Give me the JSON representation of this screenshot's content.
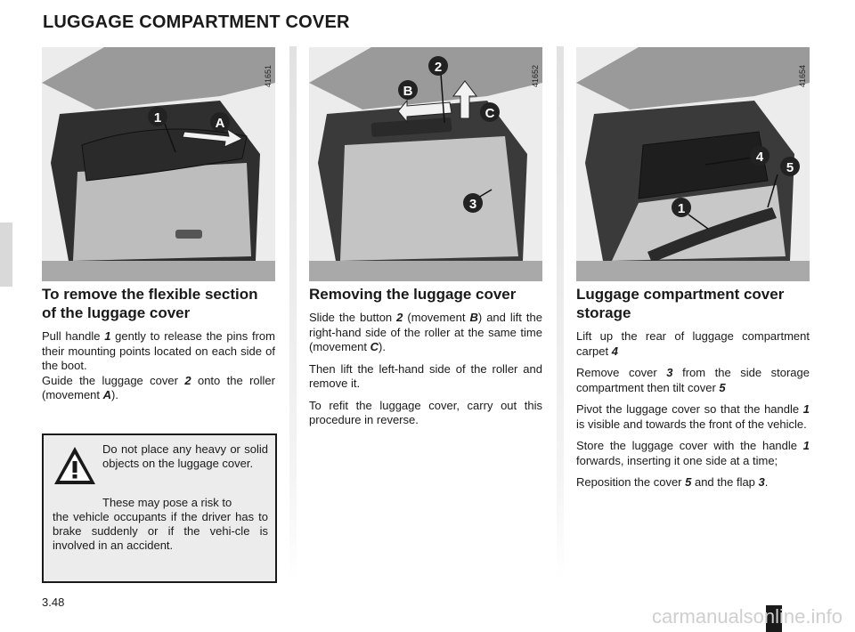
{
  "page": {
    "title": "LUGGAGE COMPARTMENT COVER",
    "page_number": "3.48",
    "watermark": "carmanualsonline.info"
  },
  "illustrations": [
    {
      "code": "41651",
      "callouts": [
        "1",
        "A"
      ]
    },
    {
      "code": "41652",
      "callouts": [
        "2",
        "B",
        "C",
        "3"
      ]
    },
    {
      "code": "41654",
      "callouts": [
        "4",
        "5",
        "1"
      ]
    }
  ],
  "col1": {
    "heading": "To remove the flexible section of the luggage cover",
    "p1_a": "Pull handle ",
    "p1_ref": "1",
    "p1_b": " gently to release the pins from their mounting points located on each side of the boot.",
    "p2_a": "Guide the luggage cover ",
    "p2_ref": "2",
    "p2_b": " onto the roller (movement ",
    "p2_ref2": "A",
    "p2_c": ")."
  },
  "warning": {
    "icon": "warning-triangle-icon",
    "p1": "Do not place any heavy or solid objects on the luggage cover.",
    "p2_indent": "These may pose a risk to",
    "p2_rest": "the vehicle occupants if the driver has to brake suddenly or if the vehi-cle is involved in an accident."
  },
  "col2": {
    "heading": "Removing the luggage cover",
    "p1_a": "Slide the button ",
    "p1_ref": "2",
    "p1_b": " (movement ",
    "p1_ref2": "B",
    "p1_c": ") and lift the right-hand side of the roller at the same time (movement ",
    "p1_ref3": "C",
    "p1_d": ").",
    "p2": "Then lift the left-hand side of the roller and remove it.",
    "p3": "To refit the luggage cover, carry out this procedure in reverse."
  },
  "col3": {
    "heading": "Luggage compartment cover storage",
    "p1_a": "Lift up the rear of luggage compartment carpet ",
    "p1_ref": "4",
    "p2_a": "Remove cover ",
    "p2_ref": "3",
    "p2_b": " from the side storage compartment then tilt cover ",
    "p2_ref2": "5",
    "p3_a": "Pivot the luggage cover so that the handle ",
    "p3_ref": "1",
    "p3_b": " is visible and towards the front of the vehicle.",
    "p4_a": "Store the luggage cover with the handle ",
    "p4_ref": "1",
    "p4_b": " forwards, inserting it one side at a time;",
    "p5_a": "Reposition the cover ",
    "p5_ref": "5",
    "p5_b": " and the flap ",
    "p5_ref2": "3",
    "p5_c": "."
  }
}
